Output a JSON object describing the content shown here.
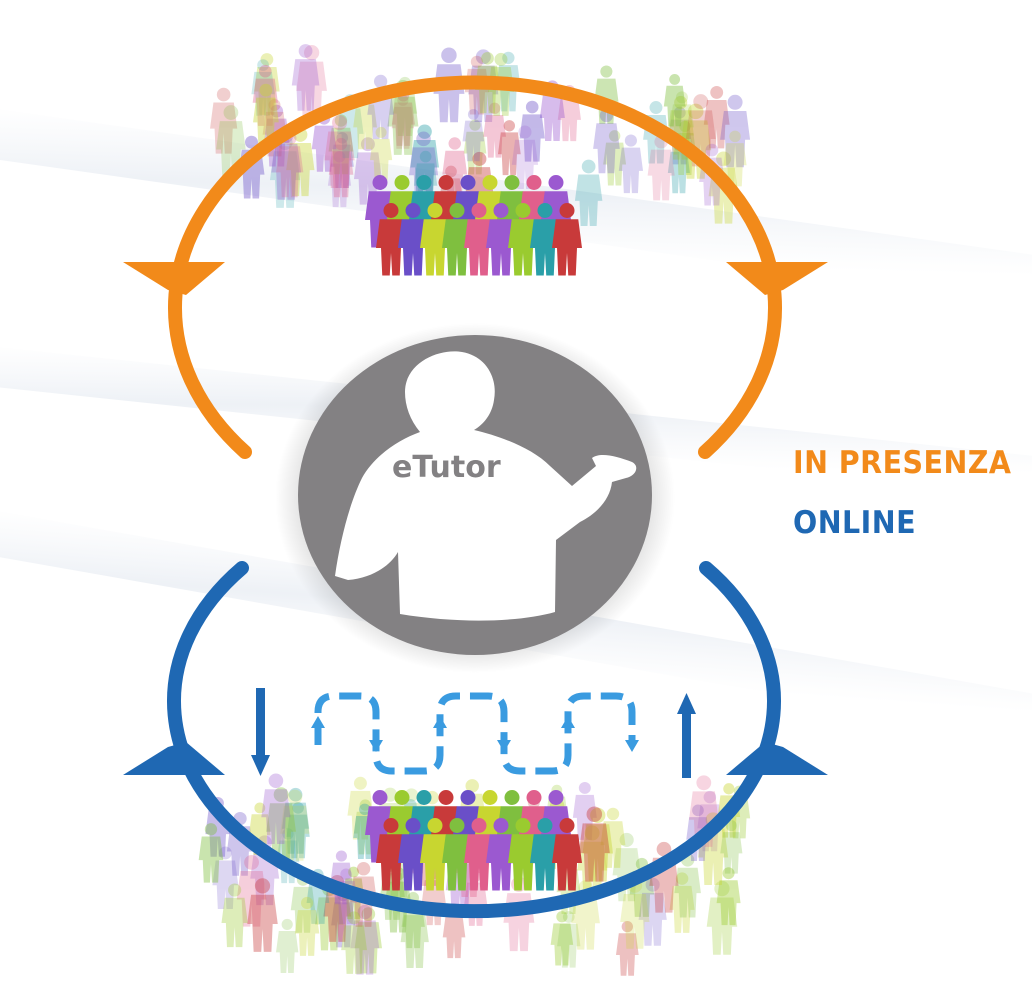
{
  "center": {
    "label": "eTutor"
  },
  "legend": {
    "in_presenza": "IN PRESENZA",
    "online": "ONLINE"
  },
  "colors": {
    "in_presenza": "#f28a1a",
    "online": "#1f68b3",
    "online_dashed": "#3a9be0",
    "center_disc": "#838183",
    "silhouette": "#ffffff",
    "center_text": "#838183"
  },
  "groups": {
    "people_colors": [
      "#9b59d0",
      "#9acb2f",
      "#2a9fa8",
      "#c83a3a",
      "#6a4fc8",
      "#c8d630",
      "#7fbf3f",
      "#e05f8c"
    ]
  },
  "icons": {
    "arrow_down": "arrow-down-icon",
    "arrow_up": "arrow-up-icon",
    "person": "person-icon"
  }
}
